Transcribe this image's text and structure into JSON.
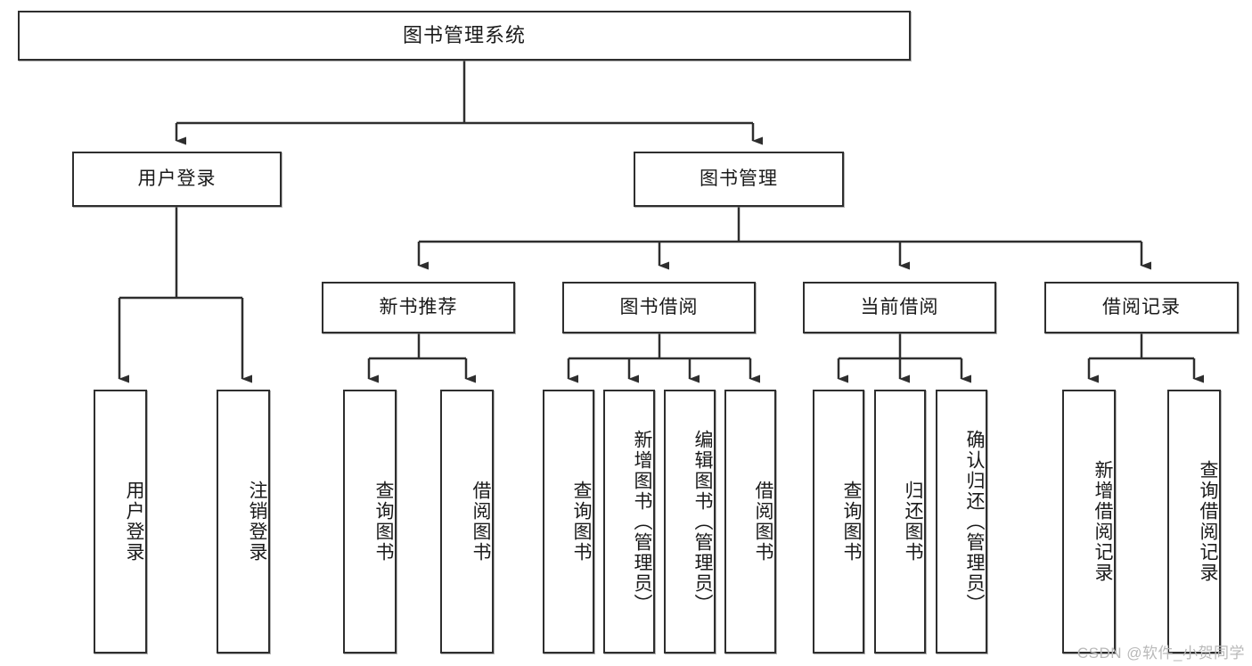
{
  "diagram": {
    "title": "图书管理系统",
    "type": "tree-hierarchy",
    "watermark": "CSDN @软件_小贺同学",
    "root": {
      "id": "root",
      "label": "图书管理系统"
    },
    "level1": [
      {
        "id": "user-login",
        "label": "用户登录"
      },
      {
        "id": "book-manage",
        "label": "图书管理"
      }
    ],
    "level2": [
      {
        "id": "new-book-recommend",
        "label": "新书推荐",
        "parent": "book-manage"
      },
      {
        "id": "book-borrow",
        "label": "图书借阅",
        "parent": "book-manage"
      },
      {
        "id": "current-borrow",
        "label": "当前借阅",
        "parent": "book-manage"
      },
      {
        "id": "borrow-record",
        "label": "借阅记录",
        "parent": "book-manage"
      }
    ],
    "leaves": [
      {
        "id": "leaf-user-login",
        "label": "用户登录",
        "parent": "user-login"
      },
      {
        "id": "leaf-logout-login",
        "label": "注销登录",
        "parent": "user-login"
      },
      {
        "id": "leaf-query-book-1",
        "label": "查询图书",
        "parent": "new-book-recommend"
      },
      {
        "id": "leaf-borrow-book-1",
        "label": "借阅图书",
        "parent": "new-book-recommend"
      },
      {
        "id": "leaf-query-book-2",
        "label": "查询图书",
        "parent": "book-borrow"
      },
      {
        "id": "leaf-add-book",
        "label": "新增图书（管理员）",
        "parent": "book-borrow"
      },
      {
        "id": "leaf-edit-book",
        "label": "编辑图书（管理员）",
        "parent": "book-borrow"
      },
      {
        "id": "leaf-borrow-book-2",
        "label": "借阅图书",
        "parent": "book-borrow"
      },
      {
        "id": "leaf-query-book-3",
        "label": "查询图书",
        "parent": "current-borrow"
      },
      {
        "id": "leaf-return-book",
        "label": "归还图书",
        "parent": "current-borrow"
      },
      {
        "id": "leaf-confirm-return",
        "label": "确认归还（管理员）",
        "parent": "current-borrow"
      },
      {
        "id": "leaf-add-record",
        "label": "新增借阅记录",
        "parent": "borrow-record"
      },
      {
        "id": "leaf-query-record",
        "label": "查询借阅记录",
        "parent": "borrow-record"
      }
    ],
    "colors": {
      "stroke": "#2e2e2e",
      "fill": "#ffffff",
      "text": "#1a1a1a",
      "watermark": "#b9b9b9"
    }
  }
}
